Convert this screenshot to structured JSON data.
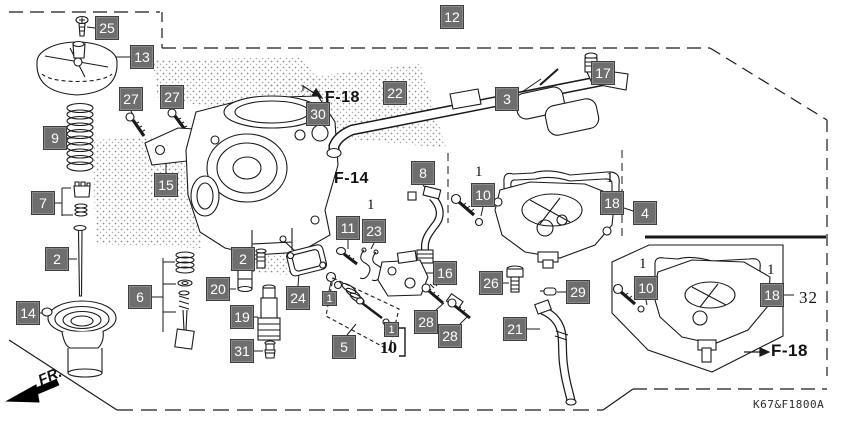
{
  "figure": {
    "code": "K67&F1800A",
    "front_label": "FR.",
    "subassembly_number": "32",
    "qty_one": "1",
    "part_ten_ref": "10",
    "fig_ref_f18": "F-18",
    "fig_ref_f14": "F-14"
  },
  "colors": {
    "callout_bg": "#6e6e6e",
    "callout_text": "#ffffff",
    "line": "#1a1a1a",
    "background": "#ffffff"
  },
  "callouts": [
    "25",
    "13",
    "27",
    "27",
    "9",
    "15",
    "7",
    "2",
    "14",
    "6",
    "2",
    "20",
    "19",
    "31",
    "30",
    "22",
    "12",
    "3",
    "17",
    "8",
    "11",
    "23",
    "24",
    "1",
    "5",
    "1",
    "16",
    "26",
    "28",
    "28",
    "21",
    "10",
    "18",
    "4",
    "29",
    "10",
    "18"
  ]
}
